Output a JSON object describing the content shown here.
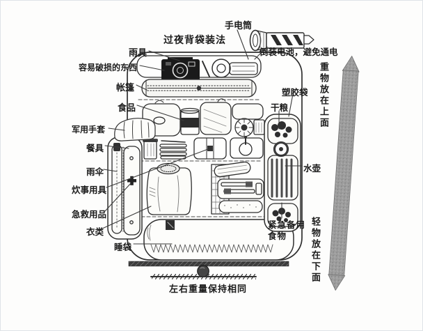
{
  "title": "过夜背袋装法",
  "colors": {
    "paper": "#fdfdfc",
    "ink": "#2e2e2e",
    "arrow_fill": "#9e9e9e"
  },
  "labels": {
    "flashlight": "手电筒",
    "battery_note": "倒装电池，避免通电",
    "rain_gear": "雨具",
    "fragile_items": "容易破损的东西",
    "tent": "帐篷",
    "food": "食品",
    "military_gloves": "军用手套",
    "tableware": "餐具",
    "umbrella": "雨伞",
    "cooking_utensils": "炊事用具",
    "first_aid_supplies": "急救用品",
    "clothing": "衣类",
    "sleeping_bag": "睡袋",
    "plastic_bag": "塑胶袋",
    "dry_rations": "干粮",
    "water_bottle": "水壶",
    "emergency_food": "紧急备用食物",
    "heavy_on_top": "重物放在上面",
    "light_on_bottom": "轻物放在下面",
    "balance_note": "左右重量保持相同"
  }
}
